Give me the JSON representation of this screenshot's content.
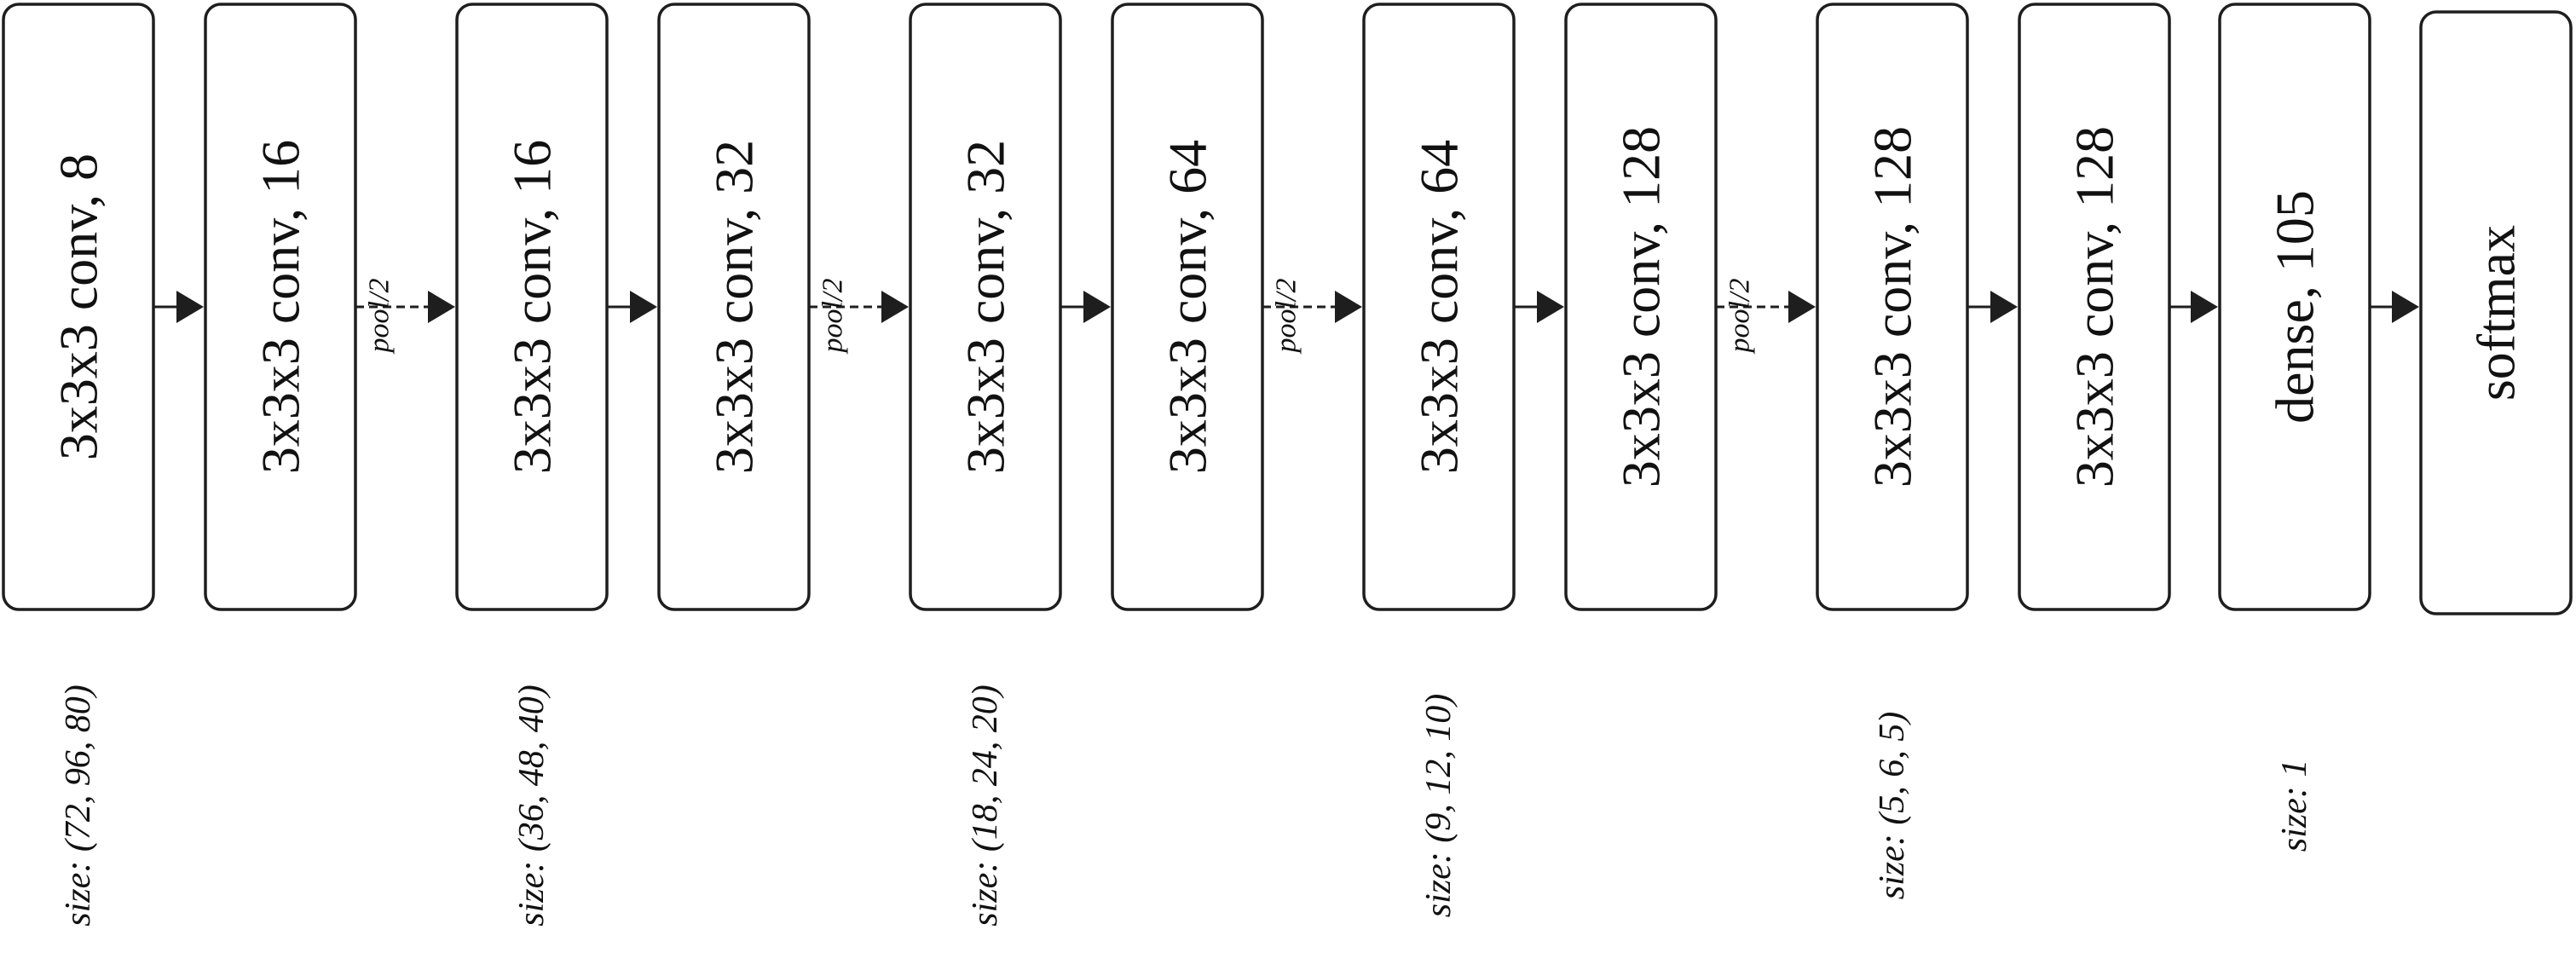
{
  "layers": [
    {
      "label": "3x3x3 conv, 8"
    },
    {
      "label": "3x3x3 conv, 16"
    },
    {
      "label": "3x3x3 conv, 16"
    },
    {
      "label": "3x3x3 conv, 32"
    },
    {
      "label": "3x3x3 conv, 32"
    },
    {
      "label": "3x3x3 conv, 64"
    },
    {
      "label": "3x3x3 conv, 64"
    },
    {
      "label": "3x3x3 conv, 128"
    },
    {
      "label": "3x3x3 conv, 128"
    },
    {
      "label": "3x3x3 conv, 128"
    },
    {
      "label": "dense, 105"
    },
    {
      "label": "softmax"
    }
  ],
  "connections": [
    {
      "pool": ""
    },
    {
      "pool": "pool/2"
    },
    {
      "pool": ""
    },
    {
      "pool": "pool/2"
    },
    {
      "pool": ""
    },
    {
      "pool": "pool/2"
    },
    {
      "pool": ""
    },
    {
      "pool": "pool/2"
    },
    {
      "pool": ""
    },
    {
      "pool": ""
    },
    {
      "pool": ""
    }
  ],
  "sizes": [
    {
      "layer": 0,
      "label": "size: (72, 96, 80)"
    },
    {
      "layer": 2,
      "label": "size: (36, 48, 40)"
    },
    {
      "layer": 4,
      "label": "size: (18, 24, 20)"
    },
    {
      "layer": 6,
      "label": "size: (9, 12, 10)"
    },
    {
      "layer": 8,
      "label": "size: (5, 6, 5)"
    },
    {
      "layer": 10,
      "label": "size: 1"
    }
  ],
  "colors": {
    "stroke": "#1e1e1e",
    "text": "#111111",
    "background": "#ffffff"
  }
}
